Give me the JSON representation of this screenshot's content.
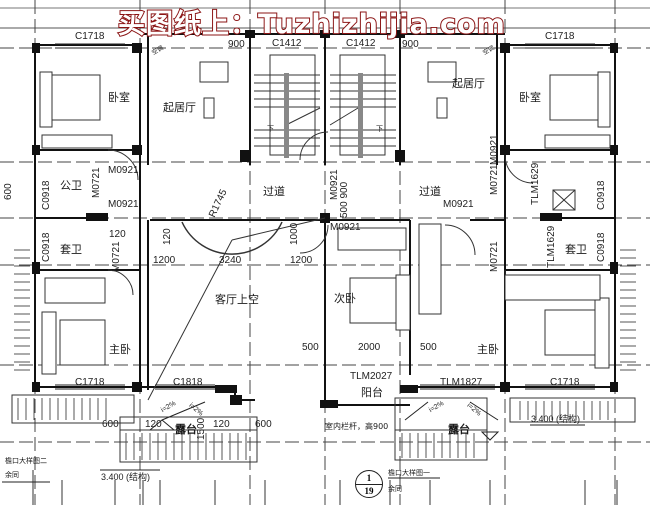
{
  "watermark": "买图纸上：Tuzhizhijia.com",
  "rooms": {
    "bedroom_left": "卧室",
    "bedroom_right": "卧室",
    "lounge_left": "起居厅",
    "lounge_right": "起居厅",
    "corridor_left": "过道",
    "corridor_right": "过道",
    "public_bath": "公卫",
    "ensuite_left": "套卫",
    "ensuite_right": "套卫",
    "living_void": "客厅上空",
    "second_bedroom": "次卧",
    "master_left": "主卧",
    "master_right": "主卧",
    "balcony": "阳台",
    "terrace_left": "露台",
    "terrace_right": "露台"
  },
  "codes": {
    "c1718_tl": "C1718",
    "c1412_l": "C1412",
    "c1412_r": "C1412",
    "c1718_tr": "C1718",
    "m0921_a": "M0921",
    "m0921_b": "M0921",
    "m0721_a": "M0721",
    "m0721_b": "M0721",
    "c0918_a": "C0918",
    "c0918_b": "C0918",
    "m0921_c": "M0921",
    "m0921_d": "M0921",
    "m0921_e": "M0921",
    "m0921_f": "M0921",
    "m0721_c": "M0721",
    "m0721_d": "M0721",
    "tlm1629_a": "TLM1629",
    "tlm1629_b": "TLM1629",
    "c0918_c": "C0918",
    "c0918_d": "C0918",
    "c1718_bl": "C1718",
    "c1818": "C1818",
    "tlm2027": "TLM2027",
    "tlm1827": "TLM1827",
    "c1718_br": "C1718"
  },
  "dims": {
    "d900_l": "900",
    "d900_r": "900",
    "d600_left": "600",
    "d120_a": "120",
    "d120_b": "120",
    "r1745": "R1745",
    "d1200_l": "1200",
    "d3240": "3240",
    "d1200_r": "1200",
    "d1000": "1000",
    "d500_900": "500 900",
    "d500_a": "500",
    "d2000": "2000",
    "d500_b": "500",
    "d600_bl": "600",
    "d120_bl": "120",
    "d1500": "1500",
    "d120_br": "120",
    "d600_br": "600",
    "slope_a": "i=2%",
    "slope_b": "i=2%",
    "slope_c": "i=2%",
    "slope_d": "i=2%",
    "elev_left": "3.400 (结构)",
    "elev_right": "3.400 (结构)"
  },
  "notes": {
    "railing": "室内栏杆，高900",
    "eave_detail_2": "檐口大样图二",
    "eave_detail_2_sub": "余同",
    "eave_detail_1": "檐口大样图一",
    "eave_detail_1_sub": "余同",
    "ac_tags": [
      "空调",
      "空调"
    ],
    "stair_down": [
      "下",
      "下"
    ]
  },
  "detail_callout": {
    "number": "1",
    "sheet": "19"
  }
}
